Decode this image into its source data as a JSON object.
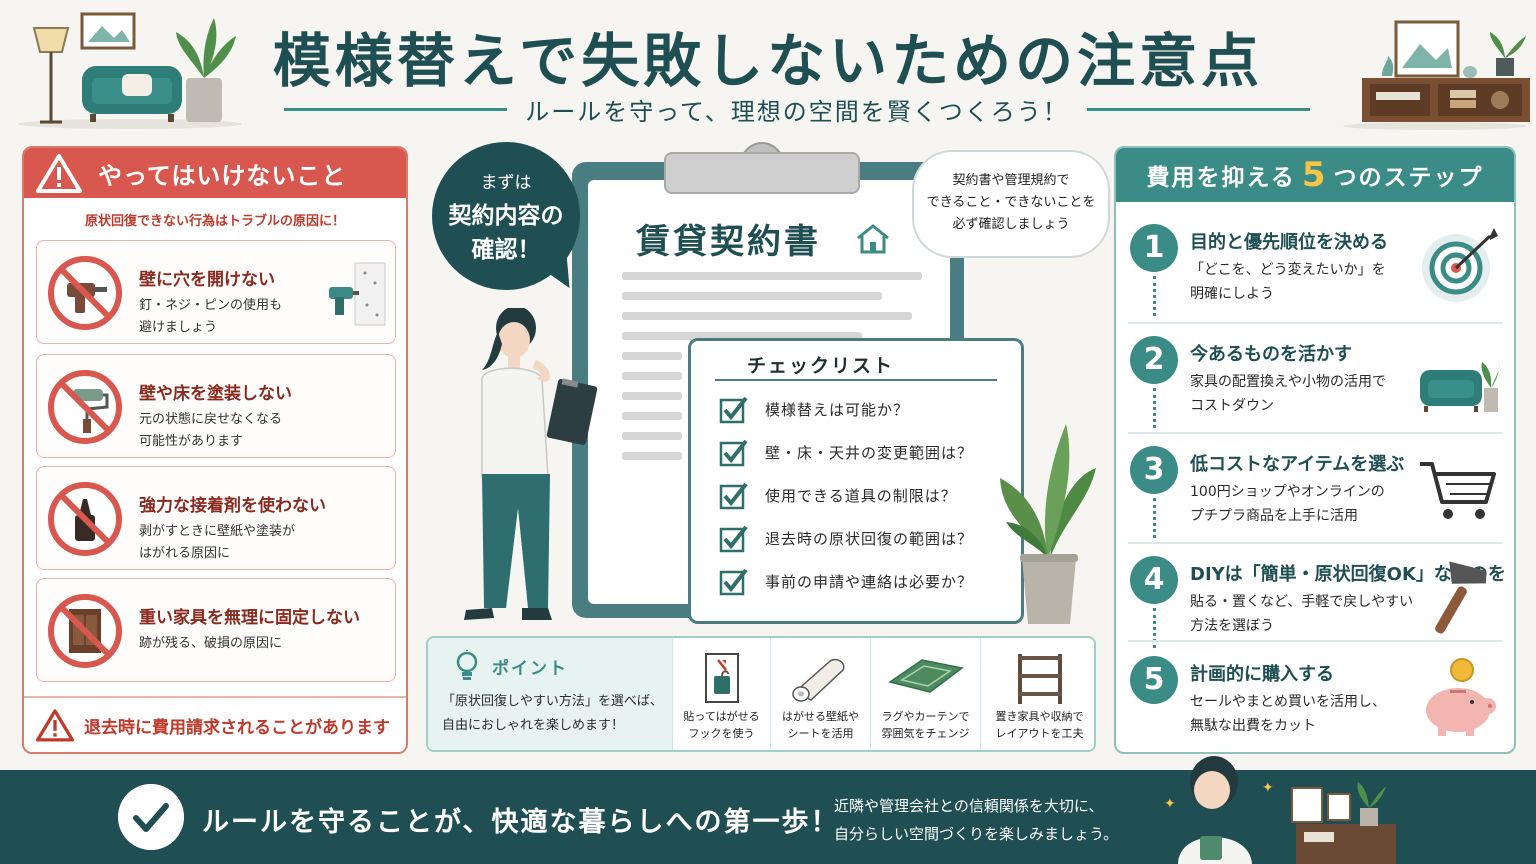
{
  "header": {
    "title": "模様替えで失敗しないための注意点",
    "subtitle": "ルールを守って、理想の空間を賢くつくろう！"
  },
  "donts": {
    "title": "やってはいけないこと",
    "subtitle": "原状回復できない行為はトラブルの原因に！",
    "items": [
      {
        "title": "壁に穴を開けない",
        "text": "釘・ネジ・ピンの使用も\n避けましょう",
        "icon": "drill-icon"
      },
      {
        "title": "壁や床を塗装しない",
        "text": "元の状態に戻せなくなる\n可能性があります",
        "icon": "paint-roller-icon"
      },
      {
        "title": "強力な接着剤を使わない",
        "text": "剥がすときに壁紙や塗装が\nはがれる原因に",
        "icon": "glue-icon"
      },
      {
        "title": "重い家具を無理に固定しない",
        "text": "跡が残る、破損の原因に",
        "icon": "cabinet-icon"
      }
    ],
    "footer": "退去時に費用請求されることがあります"
  },
  "center": {
    "bubble_small": "まずは",
    "bubble_big": "契約内容の\n確認！",
    "doc_title": "賃貸契約書",
    "note": "契約書や管理規約で\nできること・できないことを\n必ず確認しましょう",
    "checklist": {
      "title": "チェックリスト",
      "items": [
        "模様替えは可能か？",
        "壁・床・天井の変更範囲は？",
        "使用できる道具の制限は？",
        "退去時の原状回復の範囲は？",
        "事前の申請や連絡は必要か？"
      ]
    }
  },
  "point": {
    "label": "ポイント",
    "text": "「原状回復しやすい方法」を選べば、\n自由におしゃれを楽しめます！",
    "items": [
      {
        "caption": "貼ってはがせる\nフックを使う",
        "icon": "hook-icon"
      },
      {
        "caption": "はがせる壁紙や\nシートを活用",
        "icon": "wallpaper-roll-icon"
      },
      {
        "caption": "ラグやカーテンで\n雰囲気をチェンジ",
        "icon": "rug-icon"
      },
      {
        "caption": "置き家具や収納で\nレイアウトを工夫",
        "icon": "shelf-icon"
      }
    ]
  },
  "steps": {
    "title_pre": "費用を抑える",
    "title_num": "5",
    "title_post": "つのステップ",
    "items": [
      {
        "num": "1",
        "title": "目的と優先順位を決める",
        "text": "「どこを、どう変えたいか」を\n明確にしよう",
        "icon": "target-icon"
      },
      {
        "num": "2",
        "title": "今あるものを活かす",
        "text": "家具の配置換えや小物の活用で\nコストダウン",
        "icon": "sofa-icon"
      },
      {
        "num": "3",
        "title": "低コストなアイテムを選ぶ",
        "text": "100円ショップやオンラインの\nプチプラ商品を上手に活用",
        "icon": "cart-icon"
      },
      {
        "num": "4",
        "title": "DIYは「簡単・原状回復OK」なものを",
        "text": "貼る・置くなど、手軽で戻しやすい\n方法を選ぼう",
        "icon": "hammer-icon"
      },
      {
        "num": "5",
        "title": "計画的に購入する",
        "text": "セールやまとめ買いを活用し、\n無駄な出費をカット",
        "icon": "piggy-bank-icon"
      }
    ]
  },
  "footer": {
    "main": "ルールを守ることが、快適な暮らしへの第一歩！",
    "sub": "近隣や管理会社との信頼関係を大切に、\n自分らしい空間づくりを楽しみましょう。"
  },
  "colors": {
    "teal_dark": "#1f4f52",
    "teal": "#3b8b86",
    "red": "#d8574e",
    "yellow": "#f6c545"
  }
}
